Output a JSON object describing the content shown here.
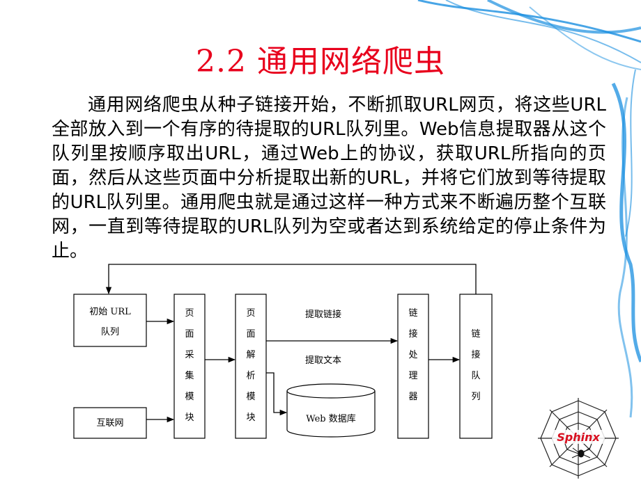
{
  "slide": {
    "title": "2.2  通用网络爬虫",
    "paragraph": "通用网络爬虫从种子链接开始，不断抓取URL网页，将这些URL全部放入到一个有序的待提取的URL队列里。Web信息提取器从这个队列里按顺序取出URL，通过Web上的协议，获取URL所指向的页面，然后从这些页面中分析提取出新的URL，并将它们放到等待提取的URL队列里。通用爬虫就是通过这样一种方式来不断遍历整个互联网，一直到等待提取的URL队列为空或者达到系统给定的停止条件为止。"
  },
  "diagram": {
    "initial_queue": {
      "line1": "初始 URL",
      "line2": "队列"
    },
    "internet": "互联网",
    "page_collect": [
      "页",
      "面",
      "采",
      "集",
      "模",
      "块"
    ],
    "page_parse": [
      "页",
      "面",
      "解",
      "析",
      "模",
      "块"
    ],
    "link_processor": [
      "链",
      "接",
      "处",
      "理",
      "器"
    ],
    "link_queue": [
      "链",
      "接",
      "队",
      "列"
    ],
    "extract_links": "提取链接",
    "extract_text": "提取文本",
    "web_db": "Web 数据库"
  },
  "logo": {
    "text": "Sphinx"
  },
  "colors": {
    "title": "#e8001c",
    "swirl": "#1a8fe0",
    "logo_red": "#d81020"
  }
}
